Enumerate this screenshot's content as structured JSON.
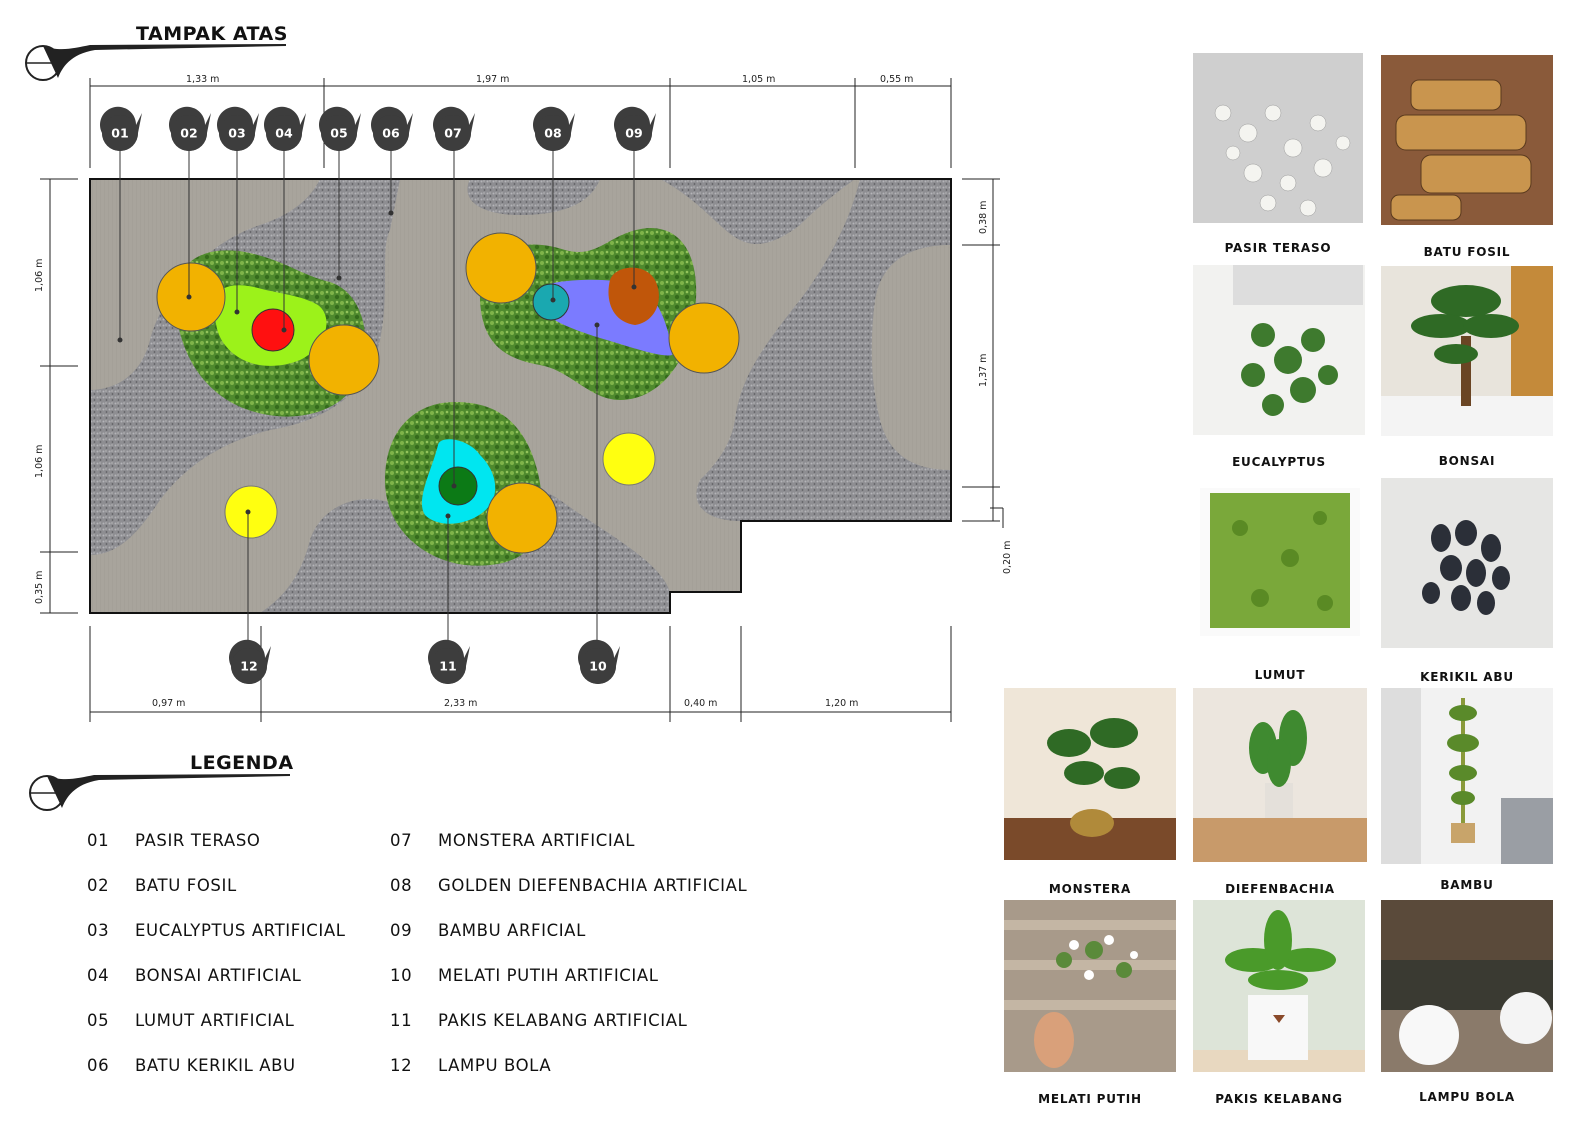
{
  "headings": {
    "top_view": "TAMPAK ATAS",
    "legend": "LEGENDA"
  },
  "dimensions": {
    "top": [
      "1,33 m",
      "1,97 m",
      "1,05 m",
      "0,55 m"
    ],
    "bottom": [
      "0,97 m",
      "2,33 m",
      "0,40 m",
      "1,20 m"
    ],
    "left": [
      "1,06 m",
      "1,06 m",
      "0,35 m"
    ],
    "right": [
      "0,38 m",
      "1,37 m",
      "0,20 m"
    ]
  },
  "tags": [
    "01",
    "02",
    "03",
    "04",
    "05",
    "06",
    "07",
    "08",
    "09",
    "10",
    "11",
    "12"
  ],
  "legend": [
    {
      "num": "01",
      "label": "PASIR TERASO"
    },
    {
      "num": "02",
      "label": "BATU FOSIL"
    },
    {
      "num": "03",
      "label": "EUCALYPTUS ARTIFICIAL"
    },
    {
      "num": "04",
      "label": "BONSAI ARTIFICIAL"
    },
    {
      "num": "05",
      "label": "LUMUT ARTIFICIAL"
    },
    {
      "num": "06",
      "label": "BATU KERIKIL ABU"
    },
    {
      "num": "07",
      "label": "MONSTERA ARTIFICIAL"
    },
    {
      "num": "08",
      "label": "GOLDEN DIEFENBACHIA ARTIFICIAL"
    },
    {
      "num": "09",
      "label": "BAMBU ARFICIAL"
    },
    {
      "num": "10",
      "label": "MELATI PUTIH ARTIFICIAL"
    },
    {
      "num": "11",
      "label": "PAKIS KELABANG ARTIFICIAL"
    },
    {
      "num": "12",
      "label": "LAMPU BOLA"
    }
  ],
  "materials": [
    {
      "caption": "PASIR TERASO"
    },
    {
      "caption": "BATU FOSIL"
    },
    {
      "caption": "EUCALYPTUS"
    },
    {
      "caption": "BONSAI"
    },
    {
      "caption": "LUMUT"
    },
    {
      "caption": "KERIKIL ABU"
    },
    {
      "caption": "MONSTERA"
    },
    {
      "caption": "DIEFENBACHIA"
    },
    {
      "caption": "BAMBU"
    },
    {
      "caption": "MELATI PUTIH"
    },
    {
      "caption": "PAKIS KELABANG"
    },
    {
      "caption": "LAMPU BOLA"
    }
  ],
  "colors": {
    "terrazzo": "#a8a49c",
    "gravel": "#8e8e92",
    "moss": "#4f8a2e",
    "stone": "#f2b200",
    "eucalyptus": "#9cf21a",
    "bonsai": "#ff1010",
    "monstera": "#00e6f0",
    "diefenbachia": "#1aa8b0",
    "bamboo": "#c0560a",
    "melati": "#7b7bff",
    "pakis": "#0c7a16",
    "lamp": "#ffff10",
    "tag": "#3d3d3d"
  }
}
